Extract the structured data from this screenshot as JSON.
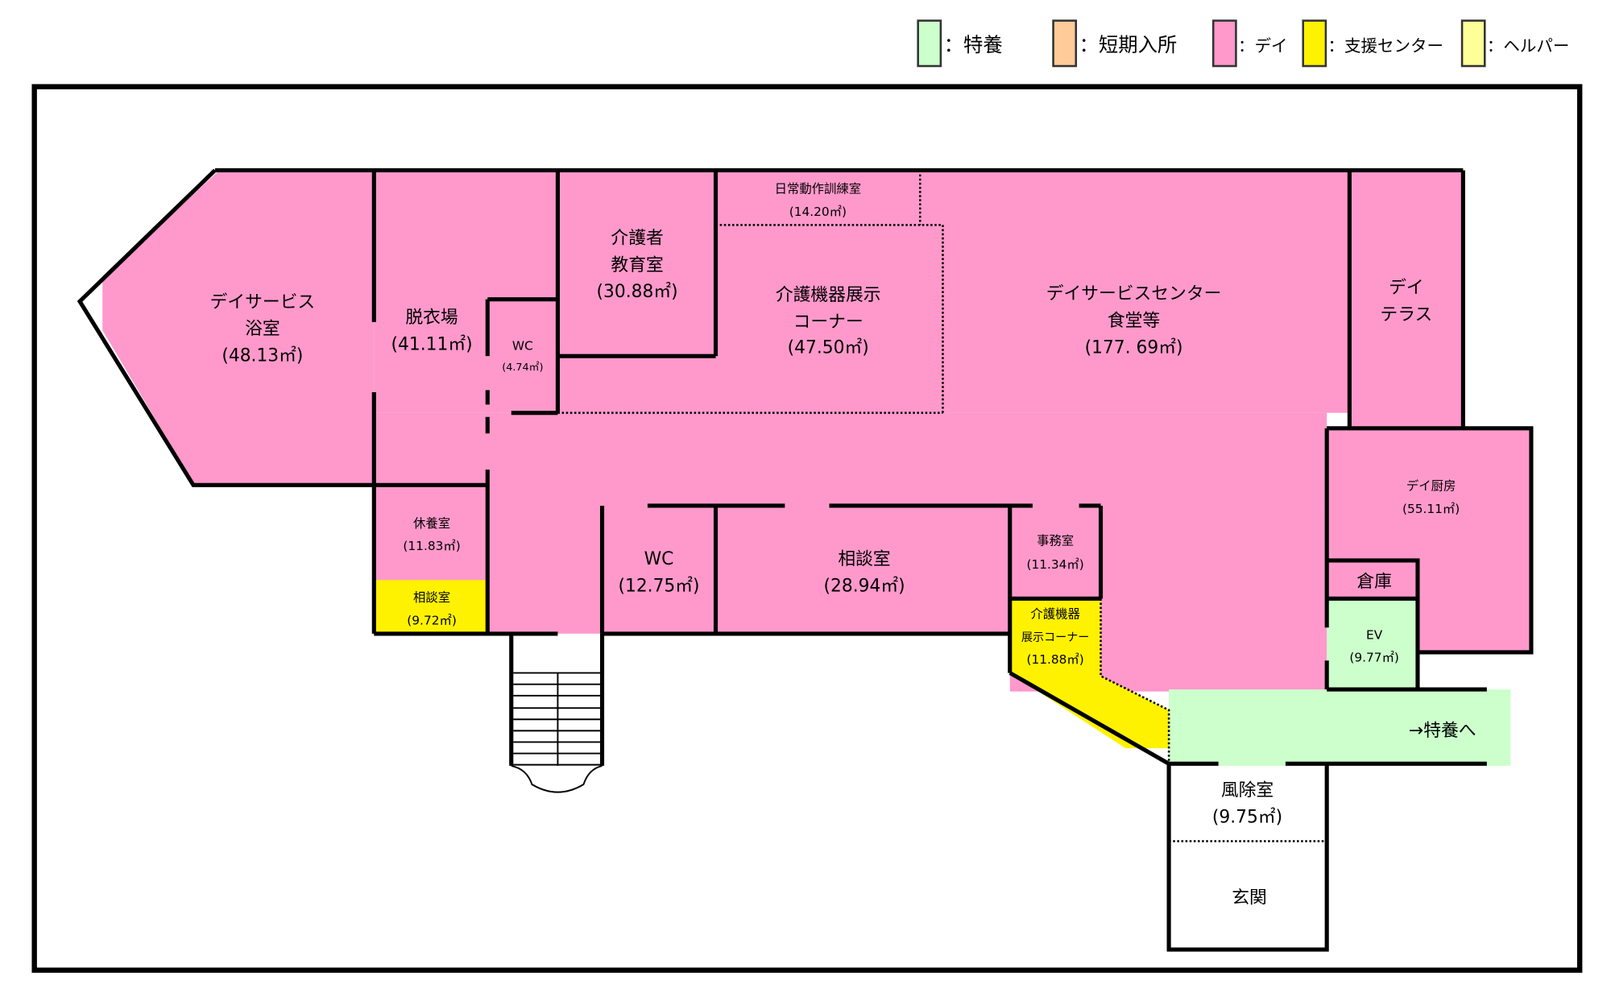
{
  "colors": {
    "tokuyou": "#CCFFCC",
    "tanki": "#FFCC99",
    "day": "#FF99CC",
    "shien": "#FFF200",
    "helper": "#FFFF99"
  },
  "legend": [
    {
      "label": "：特養",
      "color": "#CCFFCC"
    },
    {
      "label": "：短期入所",
      "color": "#FFCC99"
    },
    {
      "label": "：デイ",
      "color": "#FF99CC"
    },
    {
      "label": "：支援センター",
      "color": "#FFF200"
    },
    {
      "label": "：ヘルパー",
      "color": "#FFFF99"
    }
  ],
  "rooms": {
    "bath": {
      "l1": "デイサービス",
      "l2": "浴室",
      "area": "(48.13㎡)"
    },
    "dressing": {
      "l1": "脱衣場",
      "area": "(41.11㎡)"
    },
    "wc_small": {
      "l1": "WC",
      "area": "(4.74㎡)"
    },
    "caregiver_edu": {
      "l1": "介護者",
      "l2": "教育室",
      "area": "(30.88㎡)"
    },
    "daily_training": {
      "l1": "日常動作訓練室",
      "area": "(14.20㎡)"
    },
    "equipment_corner": {
      "l1": "介護機器展示",
      "l2": "コーナー",
      "area": "(47.50㎡)"
    },
    "dining": {
      "l1": "デイサービスセンター",
      "l2": "食堂等",
      "area": "(177. 69㎡)"
    },
    "terrace": {
      "l1": "デイ",
      "l2": "テラス"
    },
    "kitchen": {
      "l1": "デイ厨房",
      "area": "(55.11㎡)"
    },
    "rest": {
      "l1": "休養室",
      "area": "(11.83㎡)"
    },
    "consult_small": {
      "l1": "相談室",
      "area": "(9.72㎡)"
    },
    "wc_large": {
      "l1": "WC",
      "area": "(12.75㎡)"
    },
    "consult_large": {
      "l1": "相談室",
      "area": "(28.94㎡)"
    },
    "office": {
      "l1": "事務室",
      "area": "(11.34㎡)"
    },
    "equipment_corner_small": {
      "l1": "介護機器",
      "l2": "展示コーナー",
      "area": "(11.88㎡)"
    },
    "storage": {
      "l1": "倉庫"
    },
    "ev": {
      "l1": "EV",
      "area": "(9.77㎡)"
    },
    "to_tokuyou": {
      "l1": "→特養へ"
    },
    "windbreak": {
      "l1": "風除室",
      "area": "(9.75㎡)"
    },
    "entrance": {
      "l1": "玄関"
    }
  }
}
